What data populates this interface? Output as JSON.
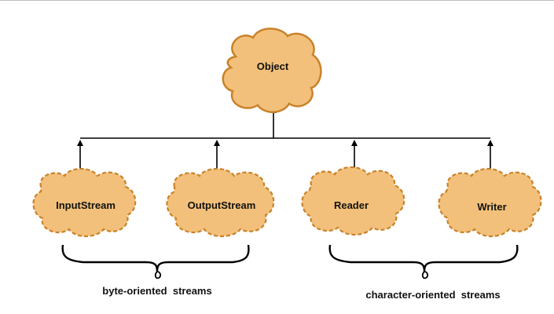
{
  "diagram": {
    "root": {
      "label": "Object"
    },
    "children": [
      {
        "label": "InputStream"
      },
      {
        "label": "OutputStream"
      },
      {
        "label": "Reader"
      },
      {
        "label": "Writer"
      }
    ],
    "groups": [
      {
        "label": "byte-oriented  streams"
      },
      {
        "label": "character-oriented  streams"
      }
    ]
  },
  "colors": {
    "cloud_fill": "#f2c07a",
    "cloud_stroke": "#c9822a",
    "line": "#000000",
    "text": "#111111"
  }
}
